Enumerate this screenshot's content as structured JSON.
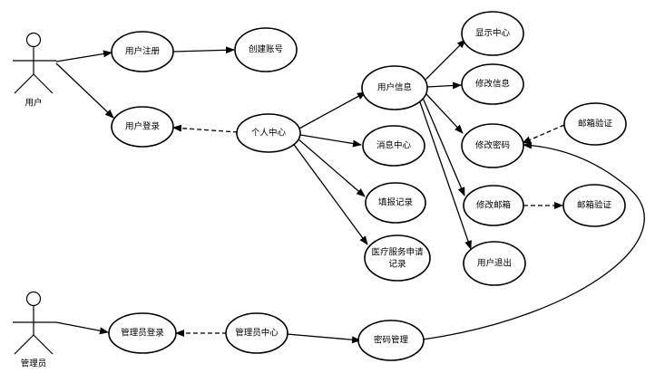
{
  "actors": {
    "user": "用户",
    "admin": "管理员"
  },
  "nodes": {
    "register": "用户注册",
    "create_account": "创建账号",
    "login": "用户登录",
    "personal_center": "个人中心",
    "user_info": "用户信息",
    "message_center": "消息中心",
    "fill_record": "填报记录",
    "medical_service_line1": "医疗服务申请",
    "medical_service_line2": "记录",
    "show_center": "显示中心",
    "modify_info": "修改信息",
    "modify_password": "修改密码",
    "email_verify_1": "邮箱验证",
    "modify_email": "修改邮箱",
    "email_verify_2": "邮箱验证",
    "user_logout": "用户退出",
    "admin_login": "管理员登录",
    "admin_center": "管理员中心",
    "password_mgmt": "密码管理"
  },
  "colors": {
    "stroke": "#000000",
    "fill": "#ffffff",
    "background": "#ffffff"
  }
}
